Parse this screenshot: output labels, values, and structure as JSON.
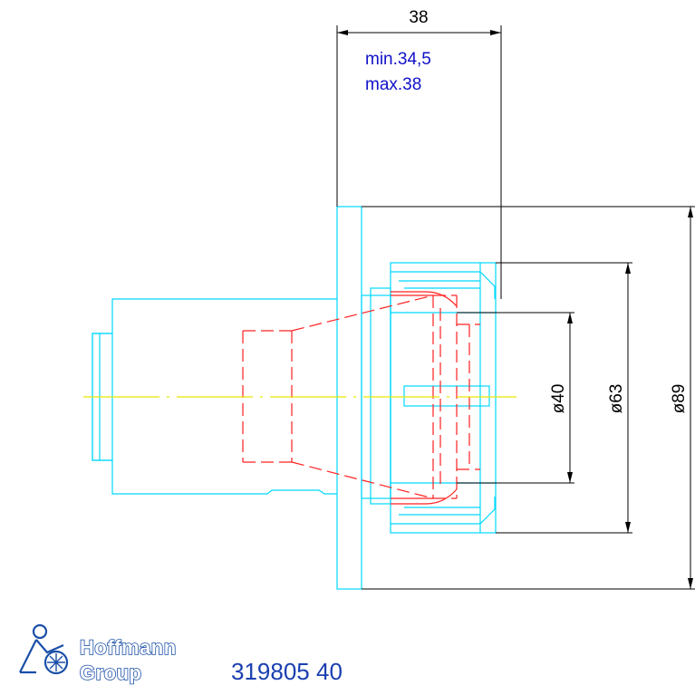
{
  "dimensions": {
    "top_width": "38",
    "range_min": "min.34,5",
    "range_max": "max.38",
    "dia_inner": "ø40",
    "dia_mid": "ø63",
    "dia_outer": "ø89"
  },
  "logo": {
    "line1": "Hoffmann",
    "line2": "Group"
  },
  "part_number": "319805 40",
  "colors": {
    "outline": "#00d8ff",
    "hidden": "#ff2020",
    "centerline": "#e8e800",
    "dimension": "#000000",
    "note": "#1010c8",
    "brand": "#1a4fa8"
  }
}
